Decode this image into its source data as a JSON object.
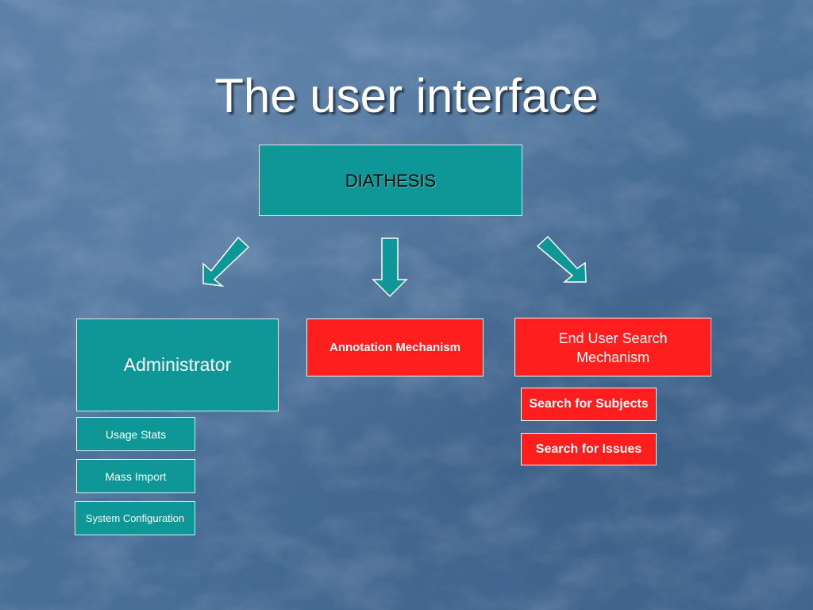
{
  "slide": {
    "title": "The user interface",
    "root": {
      "label": "DIATHESIS"
    },
    "administrator": {
      "label": "Administrator",
      "children": [
        "Usage Stats",
        "Mass Import",
        "System Configuration"
      ]
    },
    "annotation": {
      "label": "Annotation Mechanism"
    },
    "end_user": {
      "label_line1": "End User Search",
      "label_line2": "Mechanism",
      "children": [
        "Search for Subjects",
        "Search for Issues"
      ]
    }
  },
  "colors": {
    "background": "#4d7299",
    "teal_box": "#0e9796",
    "red_box": "#ff1e1e",
    "arrow_fill": "#0e9796",
    "arrow_stroke": "#ffffff"
  },
  "icons": {
    "arrow_left": "arrow-down-left-icon",
    "arrow_center": "arrow-down-icon",
    "arrow_right": "arrow-down-right-icon"
  }
}
